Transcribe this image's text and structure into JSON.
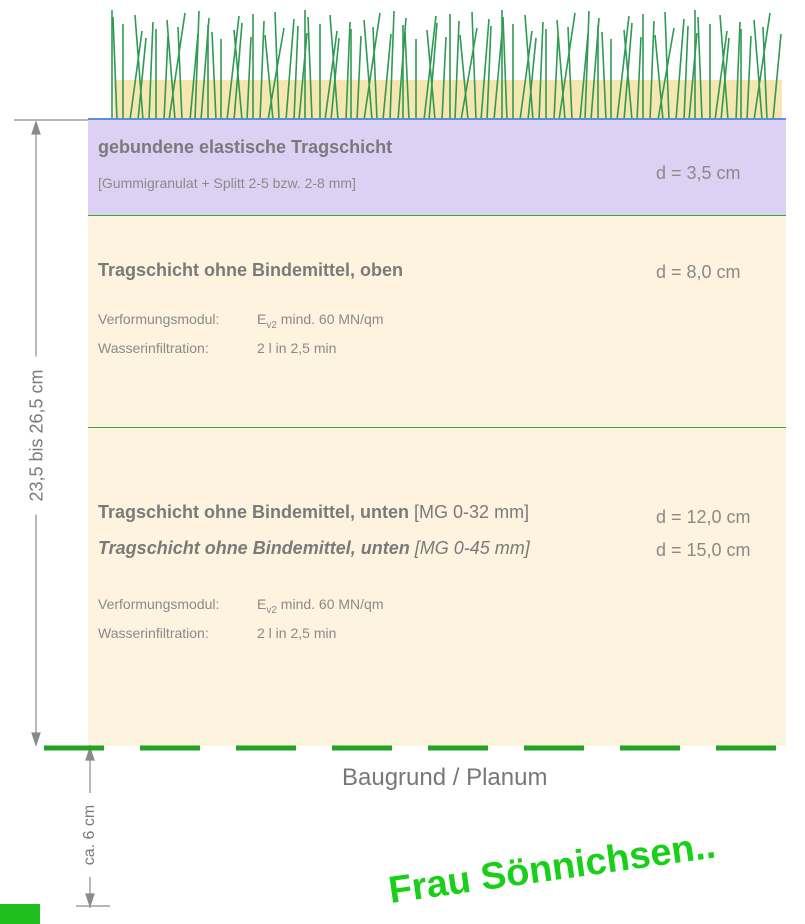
{
  "layers": {
    "elastic": {
      "title": "gebundene elastische Tragschicht",
      "subtitle": "[Gummigranulat + Splitt 2-5 bzw. 2-8 mm]",
      "thickness": "d =  3,5 cm"
    },
    "upper_base": {
      "title": "Tragschicht ohne Bindemittel, oben",
      "thickness": "d =  8,0 cm",
      "props": [
        {
          "label": "Verformungsmodul:",
          "value_prefix": "E",
          "value_sub": "v2",
          "value_suffix": " mind. 60 MN/qm"
        },
        {
          "label": "Wasserinfiltration:",
          "value": "2 l in 2,5 min"
        }
      ]
    },
    "lower_base": {
      "variant1_title": "Tragschicht ohne Bindemittel, unten",
      "variant1_spec": "[MG 0-32 mm]",
      "variant1_thickness": "d = 12,0 cm",
      "variant2_title": "Tragschicht ohne Bindemittel, unten",
      "variant2_spec": "[MG 0-45 mm]",
      "variant2_thickness": "d = 15,0 cm",
      "props": [
        {
          "label": "Verformungsmodul:",
          "value_prefix": "E",
          "value_sub": "v2",
          "value_suffix": " mind. 60 MN/qm"
        },
        {
          "label": "Wasserinfiltration:",
          "value": "2 l in 2,5 min"
        }
      ]
    }
  },
  "dimensions": {
    "total": "23,5 bis 26,5 cm",
    "subgrade": "ca. 6 cm"
  },
  "subgrade_label": "Baugrund / Planum",
  "overlay_text": "Frau Sönnichsen..",
  "colors": {
    "elastic": "#ddd1f3",
    "base": "#fdf3de",
    "turf_infill": "#f7e6b0",
    "grass": "#2e9a52",
    "separator": "#3ba83b",
    "overlay": "#17d017",
    "blue_line": "#5a8fe0"
  }
}
